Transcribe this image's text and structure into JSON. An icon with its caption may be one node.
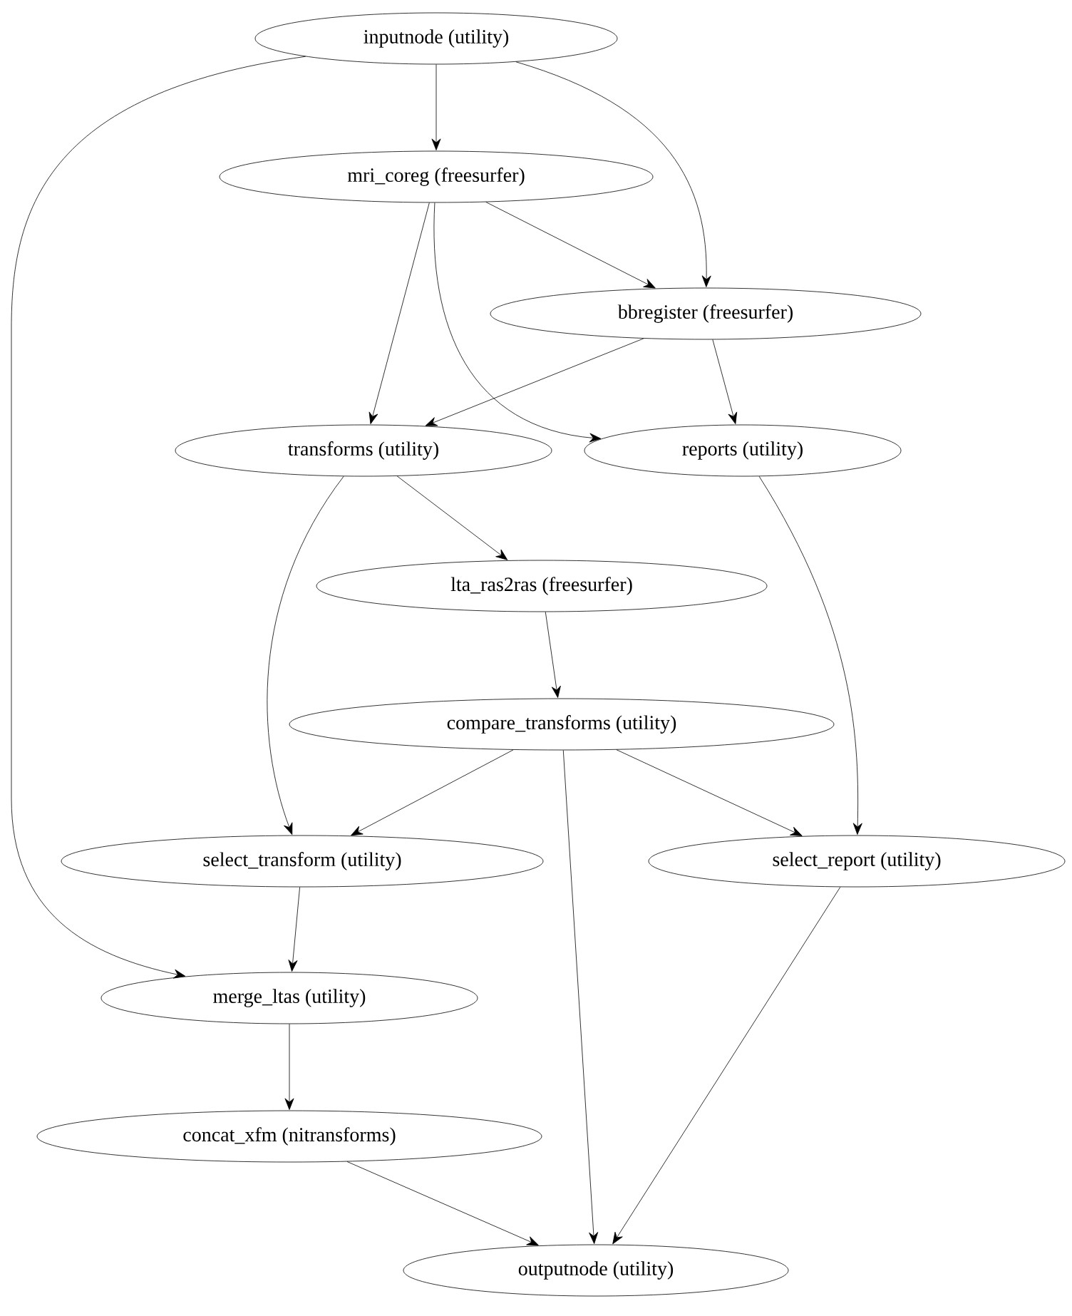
{
  "diagram": {
    "nodes": [
      {
        "text": [
          "inputnode (utility)"
        ]
      },
      {
        "text": [
          "mri_coreg (freesurfer)"
        ]
      },
      {
        "text": [
          "bbregister (freesurfer)"
        ]
      },
      {
        "text": [
          "transforms (utility)"
        ]
      },
      {
        "text": [
          "reports (utility)"
        ]
      },
      {
        "text": [
          "lta_ras2ras (freesurfer)"
        ]
      },
      {
        "text": [
          "compare_transforms (utility)"
        ]
      },
      {
        "text": [
          "select_transform (utility)"
        ]
      },
      {
        "text": [
          "select_report (utility)"
        ]
      },
      {
        "text": [
          "merge_ltas (utility)"
        ]
      },
      {
        "text": [
          "concat_xfm (nitransforms)"
        ]
      },
      {
        "text": [
          "outputnode (utility)"
        ]
      }
    ],
    "edges": [
      {
        "from": 0,
        "to": 1,
        "arrow": "to"
      },
      {
        "from": 0,
        "to": 2,
        "arrow": "to"
      },
      {
        "from": 0,
        "to": 9,
        "arrow": "to"
      },
      {
        "from": 1,
        "to": 2,
        "arrow": "to"
      },
      {
        "from": 1,
        "to": 3,
        "arrow": "to"
      },
      {
        "from": 1,
        "to": 4,
        "arrow": "to"
      },
      {
        "from": 2,
        "to": 3,
        "arrow": "to"
      },
      {
        "from": 2,
        "to": 4,
        "arrow": "to"
      },
      {
        "from": 3,
        "to": 5,
        "arrow": "to"
      },
      {
        "from": 3,
        "to": 7,
        "arrow": "to"
      },
      {
        "from": 5,
        "to": 6,
        "arrow": "to"
      },
      {
        "from": 6,
        "to": 7,
        "arrow": "to"
      },
      {
        "from": 6,
        "to": 8,
        "arrow": "to"
      },
      {
        "from": 6,
        "to": 11,
        "arrow": "to"
      },
      {
        "from": 4,
        "to": 8,
        "arrow": "to"
      },
      {
        "from": 7,
        "to": 9,
        "arrow": "to"
      },
      {
        "from": 9,
        "to": 10,
        "arrow": "to"
      },
      {
        "from": 10,
        "to": 11,
        "arrow": "to"
      },
      {
        "from": 8,
        "to": 11,
        "arrow": "to"
      }
    ]
  }
}
